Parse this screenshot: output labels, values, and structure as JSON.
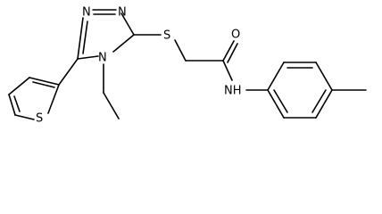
{
  "atoms": {
    "n_top_left": "N",
    "n_top_right": "N",
    "n_ring": "N",
    "s_thioether": "S",
    "s_thiophene": "S",
    "o_carbonyl": "O",
    "nh_amide": "NH"
  },
  "colors": {
    "bond": "#000000",
    "label": "#000000",
    "background": "#ffffff"
  }
}
